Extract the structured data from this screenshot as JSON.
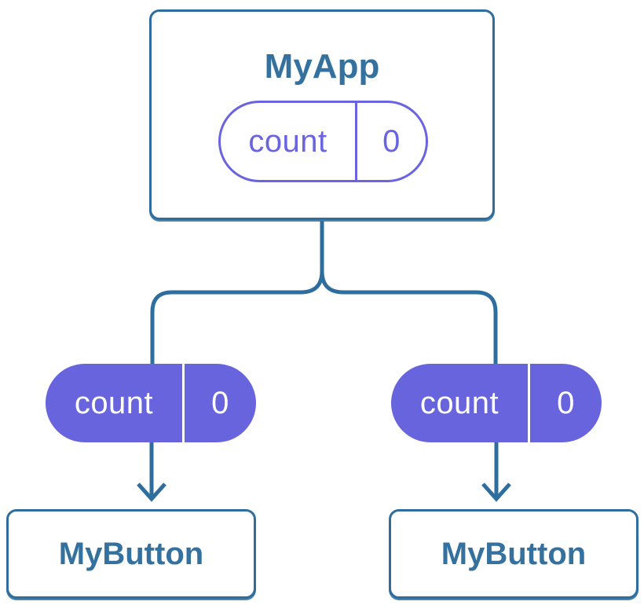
{
  "colors": {
    "line_blue": "#2E6E9E",
    "label_blue": "#35719E",
    "purple_fill": "#6764DE",
    "purple_outline": "#6A64E0",
    "card_background": "#FFFFFF",
    "pill_text_on_purple": "#FFFFFF"
  },
  "tree": {
    "root": {
      "title": "MyApp",
      "state_pill": {
        "label": "count",
        "value": "0"
      }
    },
    "children": [
      {
        "title": "MyButton",
        "prop_pill": {
          "label": "count",
          "value": "0"
        }
      },
      {
        "title": "MyButton",
        "prop_pill": {
          "label": "count",
          "value": "0"
        }
      }
    ]
  }
}
